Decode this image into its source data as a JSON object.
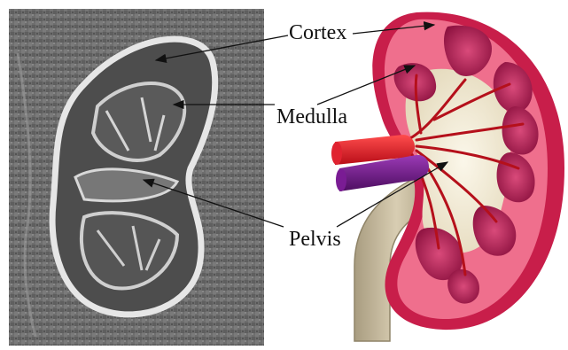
{
  "labels": {
    "cortex": "Cortex",
    "medulla": "Medulla",
    "pelvis": "Pelvis"
  },
  "panels": {
    "left": "grayscale-mri-kidney-scan",
    "right": "kidney-cross-section-illustration"
  },
  "colors": {
    "cortex": "#ef6f8d",
    "cortex_dark": "#c81e4a",
    "pyramid": "#a61e4d",
    "pelvis": "#f2ead4",
    "artery": "#d4141e",
    "vein": "#6a1583",
    "ureter": "#c3b79c",
    "mri_bg": "#6b6b6b"
  }
}
